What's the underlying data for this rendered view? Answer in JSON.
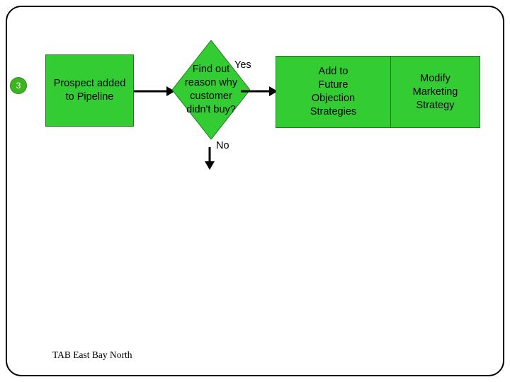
{
  "slide": {
    "background_color": "#ffffff",
    "frame_border_color": "#000000",
    "footer_text": "TAB East Bay North"
  },
  "bullet": {
    "number": "3",
    "fill_color": "#3cb521",
    "text_color": "#ffffff"
  },
  "diagram": {
    "type": "flowchart",
    "shape_fill_color": "#33cc33",
    "shape_border_color": "#1f7a1f",
    "nodes": [
      {
        "id": "prospect-added",
        "shape": "rectangle",
        "label": "Prospect added\nto Pipeline"
      },
      {
        "id": "find-out-reason",
        "shape": "diamond",
        "label": "Find out\nreason why\ncustomer\ndidn't buy?"
      },
      {
        "id": "add-to-future-objection",
        "shape": "rectangle",
        "label": "Add to\nFuture\nObjection\nStrategies"
      },
      {
        "id": "modify-marketing-strategy",
        "shape": "rectangle",
        "label": "Modify\nMarketing\nStrategy"
      }
    ],
    "edges": [
      {
        "id": "edge-prospect-to-decision",
        "from": "prospect-added",
        "to": "find-out-reason",
        "label": ""
      },
      {
        "id": "edge-decision-yes",
        "from": "find-out-reason",
        "to": "add-to-future-objection",
        "label": "Yes"
      },
      {
        "id": "edge-objection-to-modify",
        "from": "add-to-future-objection",
        "to": "modify-marketing-strategy",
        "label": ""
      },
      {
        "id": "edge-decision-no",
        "from": "find-out-reason",
        "to": "",
        "label": "No"
      }
    ]
  }
}
